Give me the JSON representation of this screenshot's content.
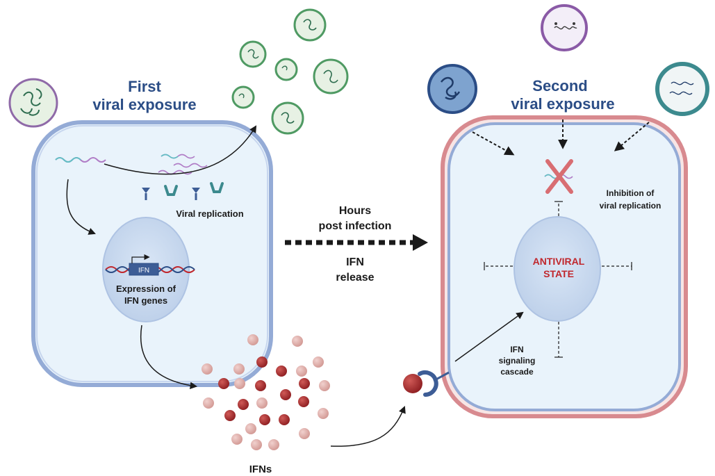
{
  "left_panel": {
    "title_line1": "First",
    "title_line2": "viral exposure",
    "viral_replication": "Viral replication",
    "gene_label": "IFN",
    "expression_line1": "Expression of",
    "expression_line2": "IFN genes",
    "ifns_label": "IFNs"
  },
  "middle": {
    "hours_line1": "Hours",
    "hours_line2": "post infection",
    "release_line1": "IFN",
    "release_line2": "release"
  },
  "right_panel": {
    "title_line1": "Second",
    "title_line2": "viral exposure",
    "inhibition_line1": "Inhibition of",
    "inhibition_line2": "viral replication",
    "state_line1": "ANTIVIRAL",
    "state_line2": "STATE",
    "cascade_line1": "IFN",
    "cascade_line2": "signaling",
    "cascade_line3": "cascade"
  },
  "colors": {
    "title": "#2b4d86",
    "cell_fill": "#e9f3fb",
    "cell_border": "#94abd6",
    "antiviral_cell_border": "#d88a8f",
    "antiviral_text": "#c0272d",
    "virus_green": "#4f9a63",
    "ifn_dark": "#a72a2c",
    "ifn_light": "#e0a9a5"
  }
}
